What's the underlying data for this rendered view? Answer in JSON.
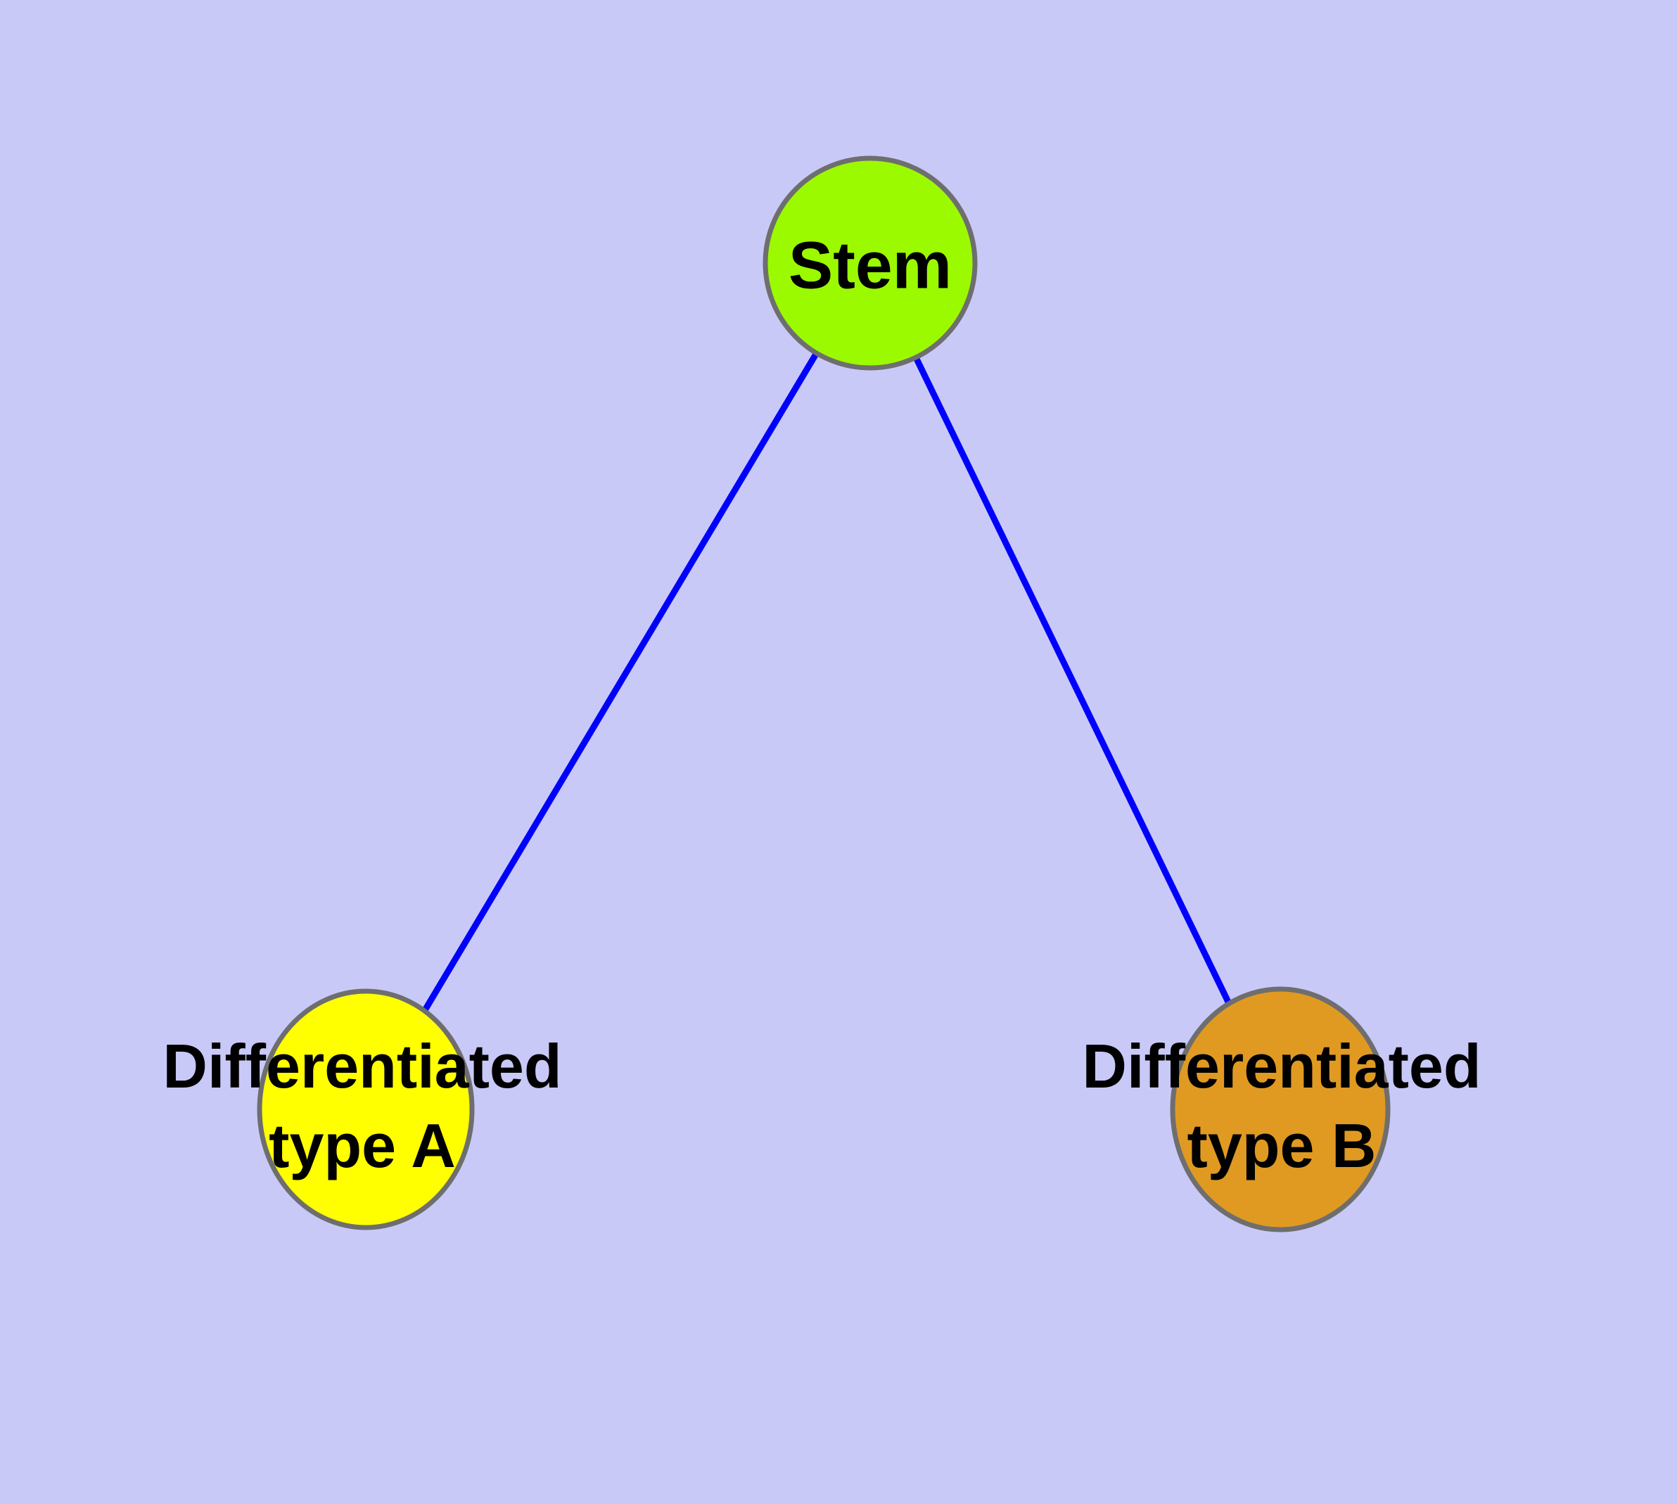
{
  "diagram": {
    "title": "",
    "background_color": "#C9C9F8",
    "edge_color": "#0000FF",
    "node_border_color": "#6E6E6E",
    "text_color": "#000000",
    "nodes": [
      {
        "id": "stem",
        "label": "Stem",
        "fill": "#9BFA00"
      },
      {
        "id": "type-a",
        "label_line1": "Differentiated",
        "label_line2": "type A",
        "fill": "#FFFF00"
      },
      {
        "id": "type-b",
        "label_line1": "Differentiated",
        "label_line2": "type B",
        "fill": "#E09A22"
      }
    ],
    "edges": [
      {
        "from": "stem",
        "to": "type-a"
      },
      {
        "from": "stem",
        "to": "type-b"
      }
    ]
  }
}
